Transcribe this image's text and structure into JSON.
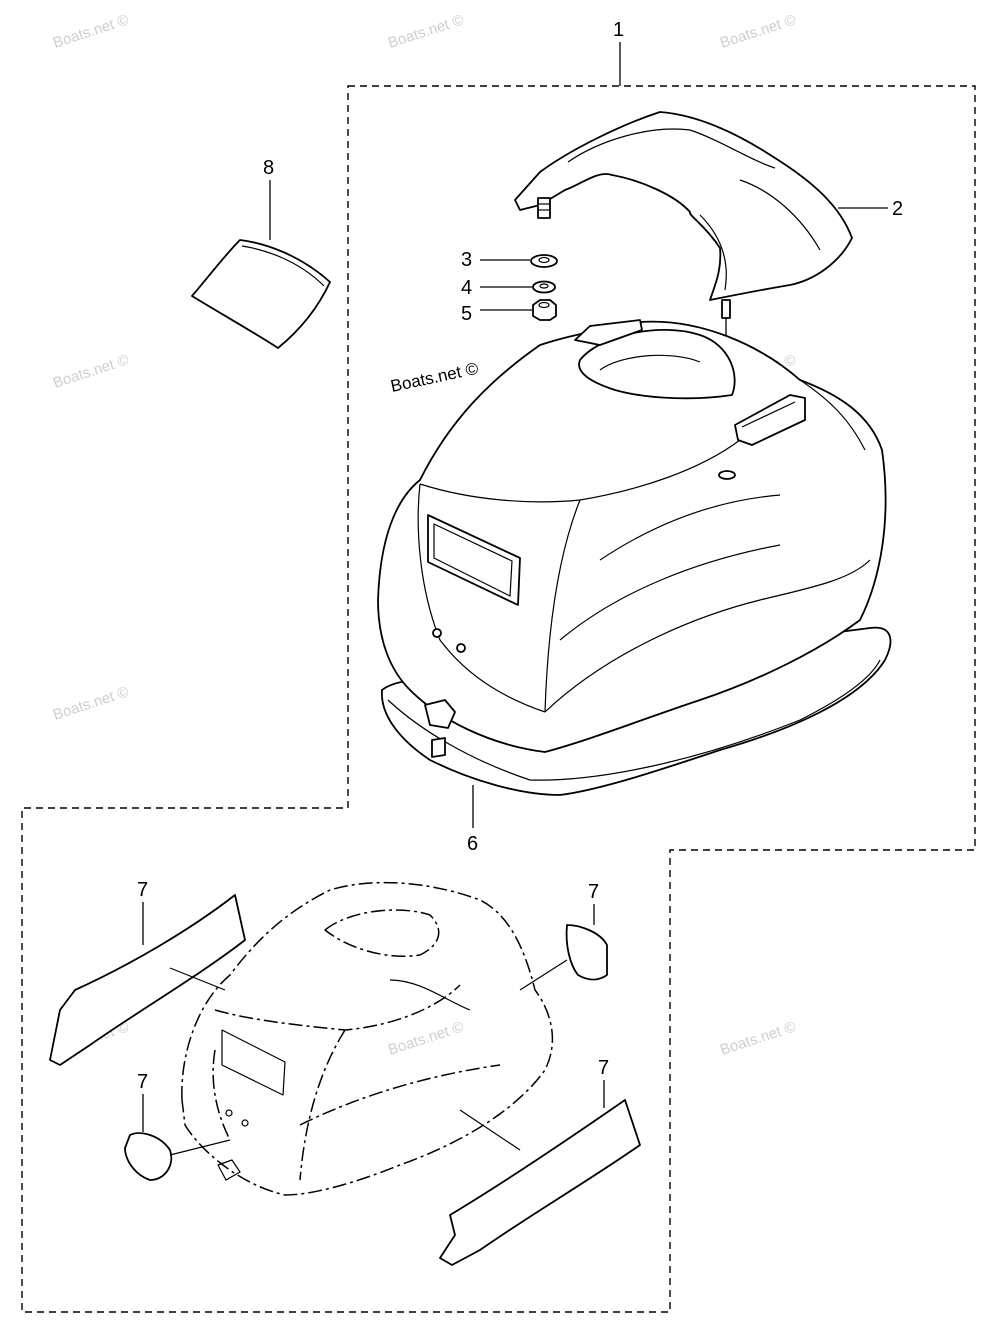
{
  "watermark_text": "Boats.net ©",
  "brand_label": "Boats.net ©",
  "callouts": {
    "c1": "1",
    "c2": "2",
    "c3": "3",
    "c4": "4",
    "c5": "5",
    "c6": "6",
    "c7": "7",
    "c8": "8"
  }
}
